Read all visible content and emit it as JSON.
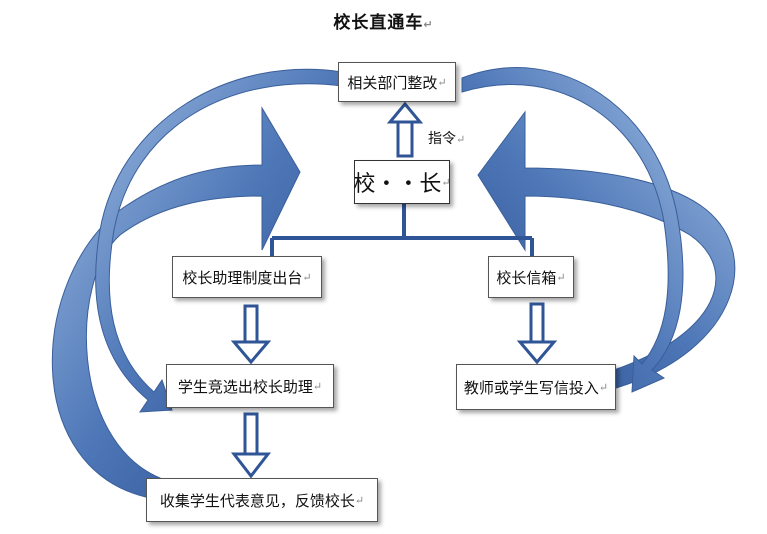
{
  "diagram": {
    "title": "校长直通车",
    "nodes": {
      "departments": "相关部门整改",
      "principal": "校‧‧长",
      "assistant_system": "校长助理制度出台",
      "mailbox": "校长信箱",
      "elect_assistant": "学生竞选出校长助理",
      "letters": "教师或学生写信投入",
      "feedback": "收集学生代表意见，反馈校长"
    },
    "edge_label_command": "指令",
    "paragraph_mark": "↵"
  },
  "colors": {
    "arrow_dark": "#2f5597",
    "arrow_light": "#8fb0da",
    "line": "#3b5f98"
  }
}
